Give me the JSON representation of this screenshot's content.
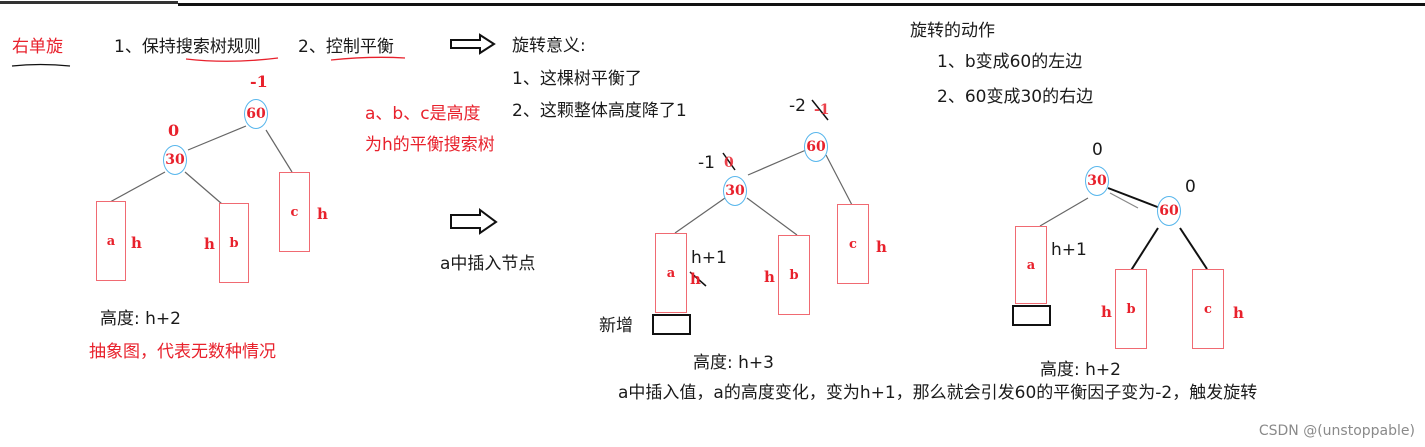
{
  "title": "右单旋",
  "header": {
    "rule1": "1、保持搜索树规则",
    "rule2": "2、控制平衡"
  },
  "meaning": {
    "title": "旋转意义:",
    "items": [
      "1、这棵树平衡了",
      "2、这颗整体高度降了1"
    ]
  },
  "actions": {
    "title": "旋转的动作",
    "items": [
      "1、b变成60的左边",
      "2、60变成30的右边"
    ]
  },
  "note_abc": [
    "a、b、c是高度",
    "为h的平衡搜索树"
  ],
  "insert_label": "a中插入节点",
  "tree1": {
    "root": {
      "value": "60",
      "bf": "-1"
    },
    "left": {
      "value": "30",
      "bf": "0"
    },
    "subtrees": [
      {
        "name": "a",
        "height": "h"
      },
      {
        "name": "b",
        "height": "h"
      },
      {
        "name": "c",
        "height": "h"
      }
    ],
    "height_label": "高度: h+2",
    "abstract_note": "抽象图，代表无数种情况"
  },
  "tree2": {
    "root": {
      "value": "60",
      "bf": "-2",
      "bf_old": "-1"
    },
    "left": {
      "value": "30",
      "bf": "-1",
      "bf_old": "0"
    },
    "subtrees": [
      {
        "name": "a",
        "height": "h+1",
        "height_old": "h"
      },
      {
        "name": "b",
        "height": "h"
      },
      {
        "name": "c",
        "height": "h"
      }
    ],
    "new_label": "新增",
    "height_label": "高度: h+3"
  },
  "tree3": {
    "root": {
      "value": "30",
      "bf": "0"
    },
    "right": {
      "value": "60",
      "bf": "0"
    },
    "subtrees": [
      {
        "name": "a",
        "height": "h+1"
      },
      {
        "name": "b",
        "height": "h"
      },
      {
        "name": "c",
        "height": "h"
      }
    ],
    "height_label": "高度: h+2"
  },
  "bottom_note": "a中插入值，a的高度变化，变为h+1，那么就会引发60的平衡因子变为-2，触发旋转",
  "watermark": "CSDN @(unstoppable)",
  "colors": {
    "red": "#e8212c",
    "node_border": "#58b6ec",
    "box_border": "#f06a72",
    "text": "#1a1a1a"
  }
}
